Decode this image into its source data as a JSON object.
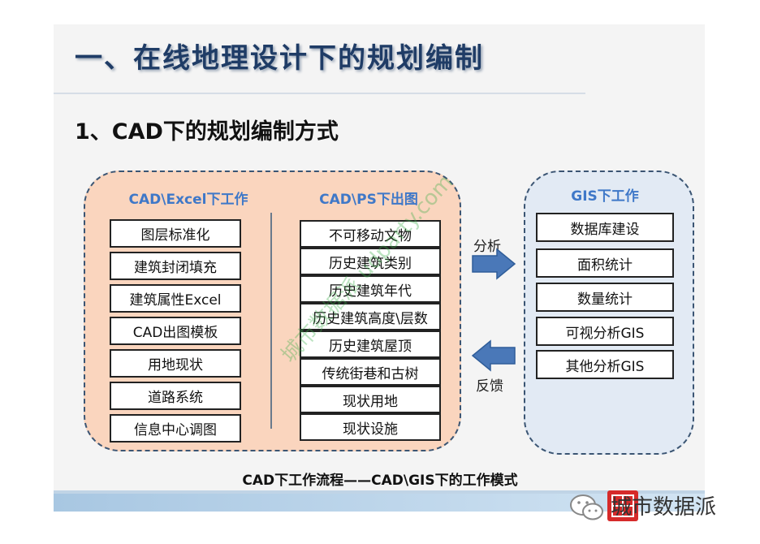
{
  "title": "一、在线地理设计下的规划编制",
  "subtitle": "1、CAD下的规划编制方式",
  "cad_excel": {
    "heading": "CAD\\Excel下工作",
    "items": [
      "图层标准化",
      "建筑封闭填充",
      "建筑属性Excel",
      "CAD出图模板",
      "用地现状",
      "道路系统",
      "信息中心调图"
    ]
  },
  "cad_ps": {
    "heading": "CAD\\PS下出图",
    "items": [
      "不可移动文物",
      "历史建筑类别",
      "历史建筑年代",
      "历史建筑高度\\层数",
      "历史建筑屋顶",
      "传统街巷和古树",
      "现状用地",
      "现状设施"
    ]
  },
  "gis": {
    "heading": "GIS下工作",
    "items": [
      "数据库建设",
      "面积统计",
      "数量统计",
      "可视分析GIS",
      "其他分析GIS"
    ]
  },
  "arrows": {
    "analyze": "分析",
    "feedback": "反馈"
  },
  "caption": "CAD下工作流程——CAD\\GIS下的工作模式",
  "watermark": "城市数据派 udparty.com",
  "brand": {
    "name": "城市数据派"
  },
  "colors": {
    "cad_panel": "#fad5be",
    "gis_panel": "#e2eaf4",
    "heading_blue": "#3f78c8",
    "arrow_blue": "#4a78b8",
    "title_navy": "#1f3c66"
  }
}
